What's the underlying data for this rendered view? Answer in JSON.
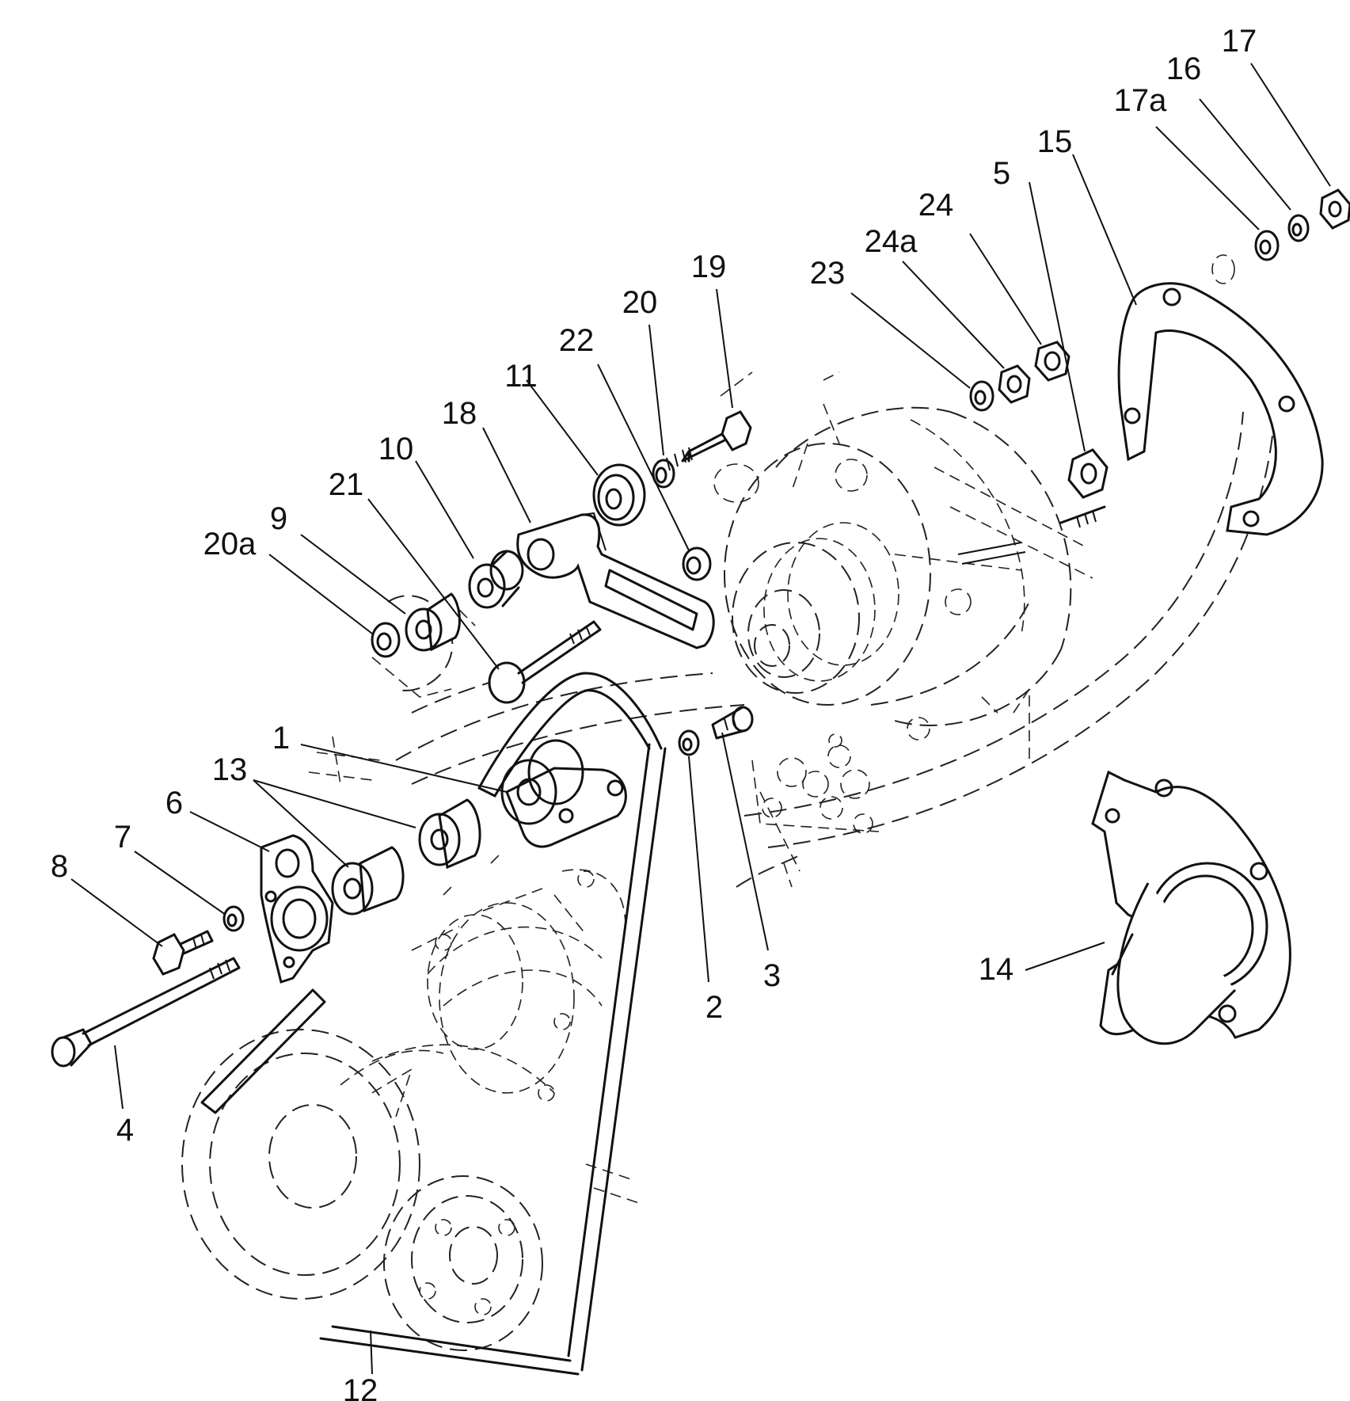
{
  "callouts": [
    {
      "id": "1",
      "label": "1"
    },
    {
      "id": "2",
      "label": "2"
    },
    {
      "id": "3",
      "label": "3"
    },
    {
      "id": "4",
      "label": "4"
    },
    {
      "id": "5",
      "label": "5"
    },
    {
      "id": "6",
      "label": "6"
    },
    {
      "id": "7",
      "label": "7"
    },
    {
      "id": "8",
      "label": "8"
    },
    {
      "id": "9",
      "label": "9"
    },
    {
      "id": "10",
      "label": "10"
    },
    {
      "id": "11",
      "label": "11"
    },
    {
      "id": "12",
      "label": "12"
    },
    {
      "id": "13",
      "label": "13"
    },
    {
      "id": "14",
      "label": "14"
    },
    {
      "id": "15",
      "label": "15"
    },
    {
      "id": "16",
      "label": "16"
    },
    {
      "id": "17",
      "label": "17"
    },
    {
      "id": "17a",
      "label": "17a"
    },
    {
      "id": "18",
      "label": "18"
    },
    {
      "id": "19",
      "label": "19"
    },
    {
      "id": "20",
      "label": "20"
    },
    {
      "id": "20a",
      "label": "20a"
    },
    {
      "id": "21",
      "label": "21"
    },
    {
      "id": "22",
      "label": "22"
    },
    {
      "id": "23",
      "label": "23"
    },
    {
      "id": "24",
      "label": "24"
    },
    {
      "id": "24a",
      "label": "24a"
    }
  ]
}
